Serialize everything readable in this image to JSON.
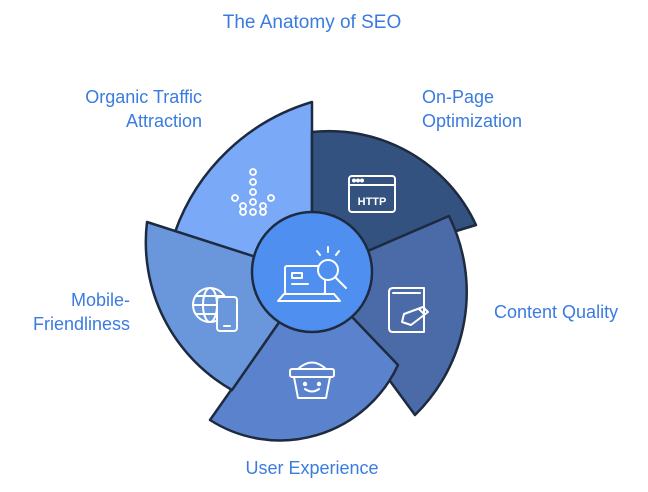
{
  "title": "The Anatomy of SEO",
  "segments": [
    {
      "label_line1": "Organic Traffic",
      "label_line2": "Attraction",
      "icon": "arrow-down-icon"
    },
    {
      "label_line1": "On-Page",
      "label_line2": "Optimization",
      "icon": "browser-window-icon",
      "icon_text": "HTTP"
    },
    {
      "label_line1": "Content Quality",
      "icon": "book-pencil-icon"
    },
    {
      "label_line1": "User Experience",
      "icon": "smiling-basket-icon"
    },
    {
      "label_line1": "Mobile-",
      "label_line2": "Friendliness",
      "icon": "globe-phone-icon"
    }
  ],
  "center_icon": "laptop-search-icon",
  "colors": {
    "label": "#3a7be0",
    "outline": "#1d2a3f",
    "organic": "#7aa9f7",
    "onpage": "#34527f",
    "content": "#4a6aa8",
    "ux": "#5b82cc",
    "mobile": "#6a97db",
    "center": "#4f8ff0"
  }
}
